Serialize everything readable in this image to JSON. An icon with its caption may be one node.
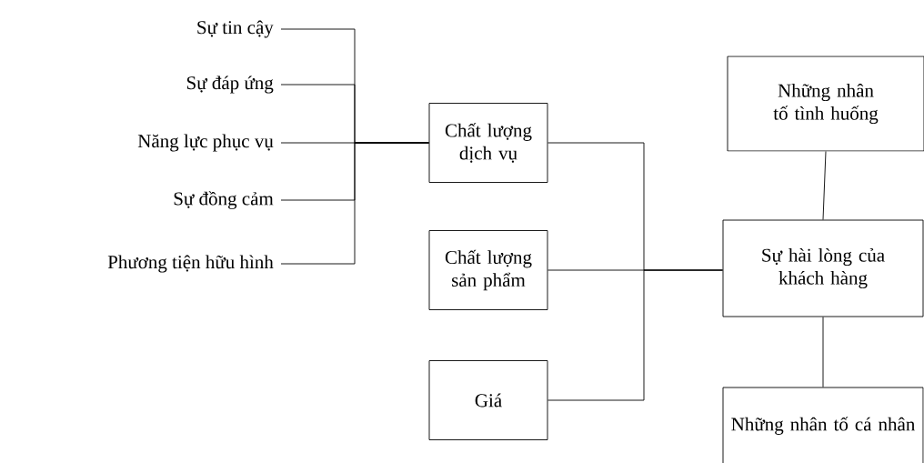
{
  "diagram": {
    "nodes": [
      {
        "text": [
          "Sự tin cậy"
        ]
      },
      {
        "text": [
          "Sự đáp ứng"
        ]
      },
      {
        "text": [
          "Năng lực phục vụ"
        ]
      },
      {
        "text": [
          "Sự đồng cảm"
        ]
      },
      {
        "text": [
          "Phương tiện hữu hình"
        ]
      },
      {
        "text": [
          "Chất lượng dịch vụ"
        ]
      },
      {
        "text": [
          "Chất lượng sản phẩm"
        ]
      },
      {
        "text": [
          "Giá"
        ]
      },
      {
        "text": [
          "Những nhân tố tình huống"
        ]
      },
      {
        "text": [
          "Sự hài lòng của khách hàng"
        ]
      },
      {
        "text": [
          "Những nhân tố cá nhân"
        ]
      }
    ],
    "edges": [
      {
        "from": 0,
        "to": 5,
        "arrow": "none"
      },
      {
        "from": 1,
        "to": 5,
        "arrow": "none"
      },
      {
        "from": 2,
        "to": 5,
        "arrow": "none"
      },
      {
        "from": 3,
        "to": 5,
        "arrow": "none"
      },
      {
        "from": 4,
        "to": 5,
        "arrow": "none"
      },
      {
        "from": 5,
        "to": 9,
        "arrow": "none"
      },
      {
        "from": 6,
        "to": 9,
        "arrow": "none"
      },
      {
        "from": 7,
        "to": 9,
        "arrow": "none"
      },
      {
        "from": 8,
        "to": 9,
        "arrow": "none"
      },
      {
        "from": 9,
        "to": 10,
        "arrow": "none"
      }
    ]
  }
}
